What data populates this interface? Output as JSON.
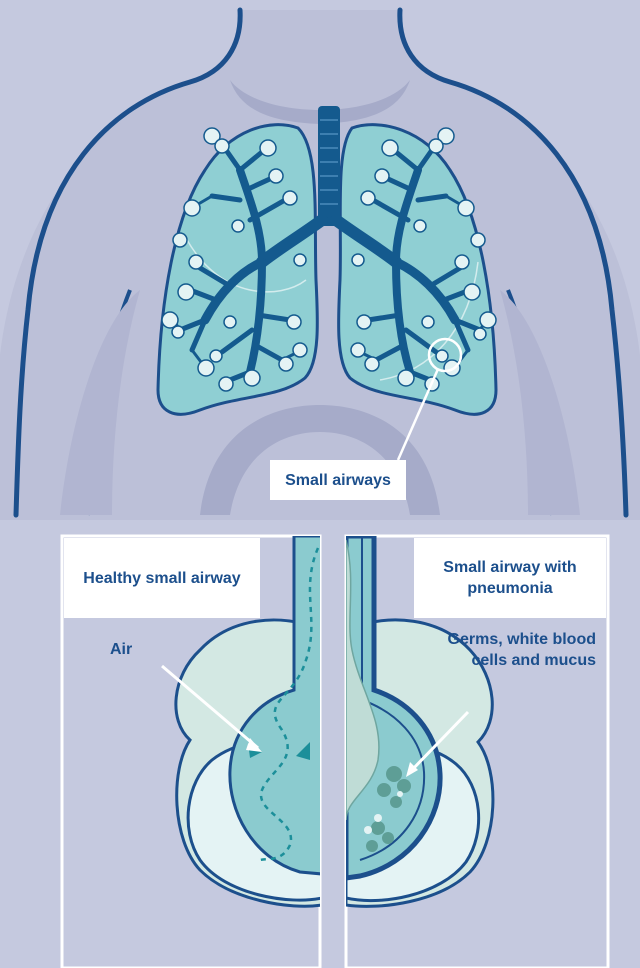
{
  "labels": {
    "small_airways": "Small airways",
    "healthy_title": "Healthy small airway",
    "pneumonia_title": "Small airway with pneumonia",
    "air": "Air",
    "germs": "Germs, white blood cells and mucus"
  },
  "colors": {
    "background": "#c5c9df",
    "outline": "#1c4f8c",
    "lung_fill": "#8fcfd3",
    "airway_dark": "#145a8e",
    "alveoli": "#e4f3f4",
    "airway_fill": "#8bcbcf",
    "germs": "#5e9e96",
    "label_text": "#1c4f8c"
  }
}
